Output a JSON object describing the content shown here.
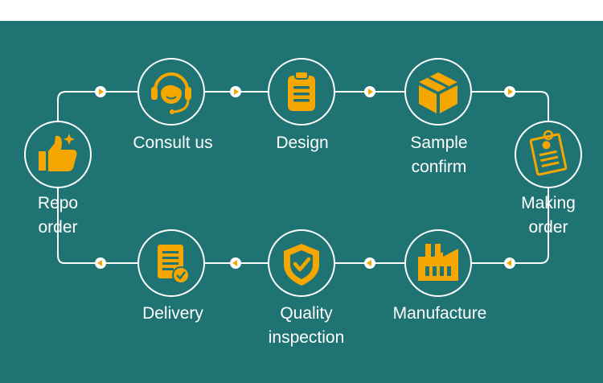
{
  "colors": {
    "background": "#1f7373",
    "accent": "#f5a700",
    "line": "#ffffff",
    "text": "#ffffff"
  },
  "steps": [
    {
      "label": "Consult us",
      "icon": "headset-support-icon"
    },
    {
      "label": "Design",
      "icon": "clipboard-list-icon"
    },
    {
      "label": "Sample confirm",
      "lines": [
        "Sample",
        "confirm"
      ],
      "icon": "package-box-icon"
    },
    {
      "label": "Making order",
      "lines": [
        "Making",
        "order"
      ],
      "icon": "order-form-icon"
    },
    {
      "label": "Manufacture",
      "icon": "factory-icon"
    },
    {
      "label": "Quality inspection",
      "lines": [
        "Quality",
        "inspection"
      ],
      "icon": "shield-check-icon"
    },
    {
      "label": "Delivery",
      "icon": "document-check-icon"
    },
    {
      "label": "Repo order",
      "lines": [
        "Repo",
        "order"
      ],
      "icon": "thumbs-up-icon"
    }
  ]
}
